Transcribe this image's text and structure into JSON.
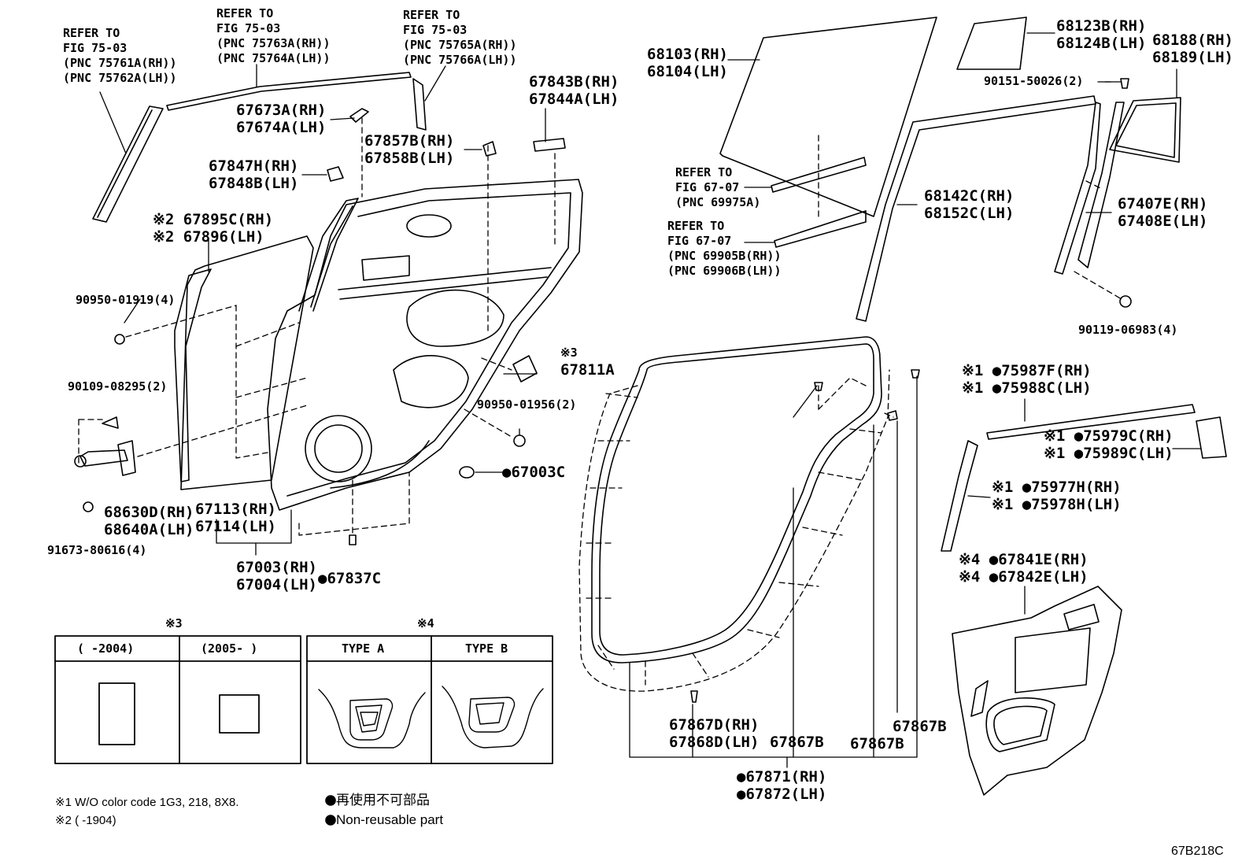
{
  "callouts": [
    {
      "id": "c1",
      "lines": [
        "REFER TO",
        "FIG 75-03",
        "(PNC 75761A(RH))",
        "(PNC 75762A(LH))"
      ]
    },
    {
      "id": "c2",
      "lines": [
        "REFER TO",
        "FIG 75-03",
        "(PNC 75763A(RH))",
        "(PNC 75764A(LH))"
      ]
    },
    {
      "id": "c3",
      "lines": [
        "REFER TO",
        "FIG 75-03",
        "(PNC 75765A(RH))",
        "(PNC 75766A(LH))"
      ]
    },
    {
      "id": "c4",
      "lines": [
        "67673A(RH)",
        "67674A(LH)"
      ]
    },
    {
      "id": "c5",
      "lines": [
        "67843B(RH)",
        "67844A(LH)"
      ]
    },
    {
      "id": "c6",
      "lines": [
        "67857B(RH)",
        "67858B(LH)"
      ]
    },
    {
      "id": "c7",
      "lines": [
        "67847H(RH)",
        "67848B(LH)"
      ]
    },
    {
      "id": "c8",
      "lines": [
        "※2 67895C(RH)",
        "※2 67896(LH)"
      ]
    },
    {
      "id": "c9",
      "lines": [
        "90950-01919(4)"
      ]
    },
    {
      "id": "c10",
      "lines": [
        "90109-08295(2)"
      ]
    },
    {
      "id": "c11",
      "lines": [
        "68630D(RH)",
        "68640A(LH)"
      ]
    },
    {
      "id": "c12",
      "lines": [
        "91673-80616(4)"
      ]
    },
    {
      "id": "c13",
      "lines": [
        "67113(RH)",
        "67114(LH)"
      ]
    },
    {
      "id": "c14",
      "lines": [
        "67003(RH)",
        "67004(LH)"
      ]
    },
    {
      "id": "c15",
      "lines": [
        "●67837C"
      ]
    },
    {
      "id": "c16",
      "lines": [
        "●67003C"
      ]
    },
    {
      "id": "c17",
      "lines": [
        "90950-01956(2)"
      ]
    },
    {
      "id": "c18",
      "lines": [
        "※3",
        "67811A"
      ]
    },
    {
      "id": "c19",
      "lines": [
        "68103(RH)",
        "68104(LH)"
      ]
    },
    {
      "id": "c20",
      "lines": [
        "68123B(RH)",
        "68124B(LH)"
      ]
    },
    {
      "id": "c21",
      "lines": [
        "68188(RH)",
        "68189(LH)"
      ]
    },
    {
      "id": "c22",
      "lines": [
        "90151-50026(2)"
      ]
    },
    {
      "id": "c23",
      "lines": [
        "REFER TO",
        "FIG 67-07",
        "(PNC 69975A)"
      ]
    },
    {
      "id": "c24",
      "lines": [
        "REFER TO",
        "FIG 67-07",
        "(PNC 69905B(RH))",
        "(PNC 69906B(LH))"
      ]
    },
    {
      "id": "c25",
      "lines": [
        "68142C(RH)",
        "68152C(LH)"
      ]
    },
    {
      "id": "c26",
      "lines": [
        "67407E(RH)",
        "67408E(LH)"
      ]
    },
    {
      "id": "c27",
      "lines": [
        "90119-06983(4)"
      ]
    },
    {
      "id": "c28",
      "lines": [
        "※1 ●75987F(RH)",
        "※1 ●75988C(LH)"
      ]
    },
    {
      "id": "c29",
      "lines": [
        "※1 ●75979C(RH)",
        "※1 ●75989C(LH)"
      ]
    },
    {
      "id": "c30",
      "lines": [
        "※1 ●75977H(RH)",
        "※1 ●75978H(LH)"
      ]
    },
    {
      "id": "c31",
      "lines": [
        "※4 ●67841E(RH)",
        "※4 ●67842E(LH)"
      ]
    },
    {
      "id": "c32",
      "lines": [
        "67867D(RH)",
        "67868D(LH)"
      ]
    },
    {
      "id": "c33",
      "lines": [
        "67867B"
      ]
    },
    {
      "id": "c34",
      "lines": [
        "67867B"
      ]
    },
    {
      "id": "c35",
      "lines": [
        "67867B"
      ]
    },
    {
      "id": "c36",
      "lines": [
        "●67871(RH)",
        "●67872(LH)"
      ]
    }
  ],
  "table_note3": {
    "mark": "※3",
    "col1": "(    -2004)",
    "col2": "(2005-    )"
  },
  "table_note4": {
    "mark": "※4",
    "col1": "TYPE A",
    "col2": "TYPE B"
  },
  "footnotes": {
    "note1": "※1 W/O color code 1G3, 218, 8X8.",
    "note2": "※2 (     -1904)",
    "legend_jp": "● 再使用不可部品",
    "legend_en": "● Non-reusable part",
    "code": "67B218C"
  }
}
